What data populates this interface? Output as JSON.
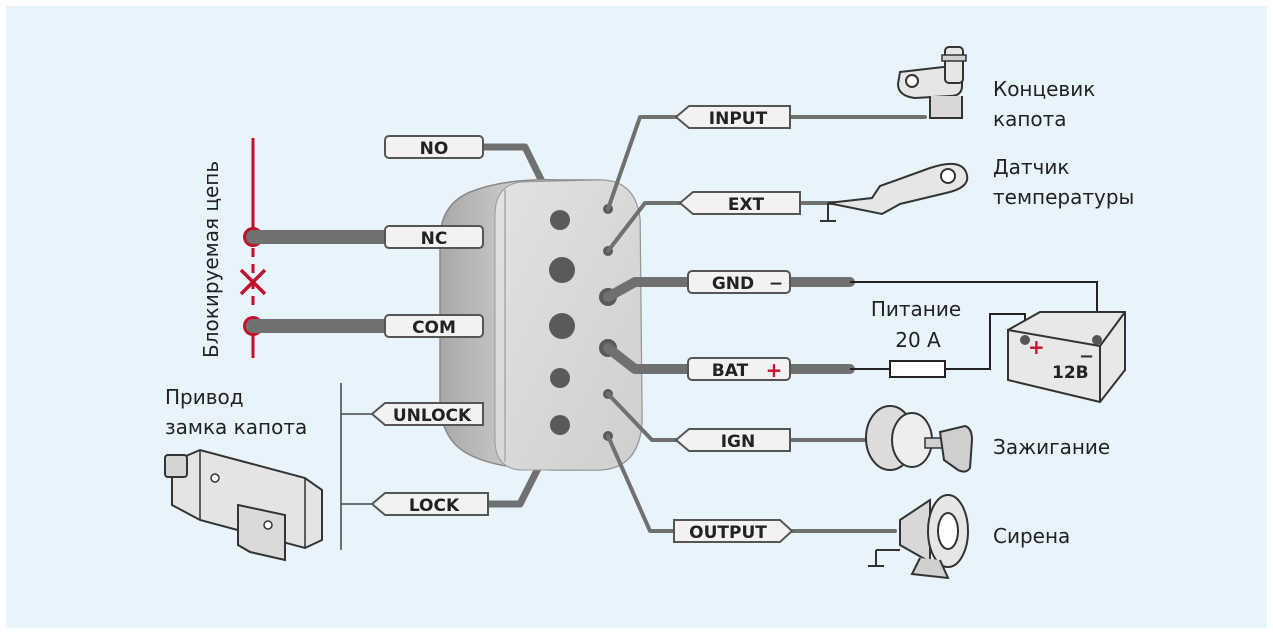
{
  "labels": {
    "no": "NO",
    "nc": "NC",
    "com": "COM",
    "unlock": "UNLOCK",
    "lock": "LOCK",
    "input": "INPUT",
    "ext": "EXT",
    "gnd": "GND",
    "bat": "BAT",
    "ign": "IGN",
    "output": "OUTPUT"
  },
  "captions": {
    "hood_switch": [
      "Концевик",
      "капота"
    ],
    "temp_sensor": [
      "Датчик",
      "температуры"
    ],
    "power": [
      "Питание",
      "20 А"
    ],
    "ignition": "Зажигание",
    "siren": "Сирена",
    "hood_lock": [
      "Привод",
      "замка капота"
    ],
    "blocked_circuit": "Блокируемая цепь",
    "battery_voltage": "12В",
    "gnd_sign": "−",
    "bat_sign": "+"
  },
  "colors": {
    "background": "#e8f4fb",
    "wire": "#707070",
    "circuit_red": "#c0122c",
    "label_fill": "#f2f2f2",
    "label_stroke": "#555555"
  }
}
